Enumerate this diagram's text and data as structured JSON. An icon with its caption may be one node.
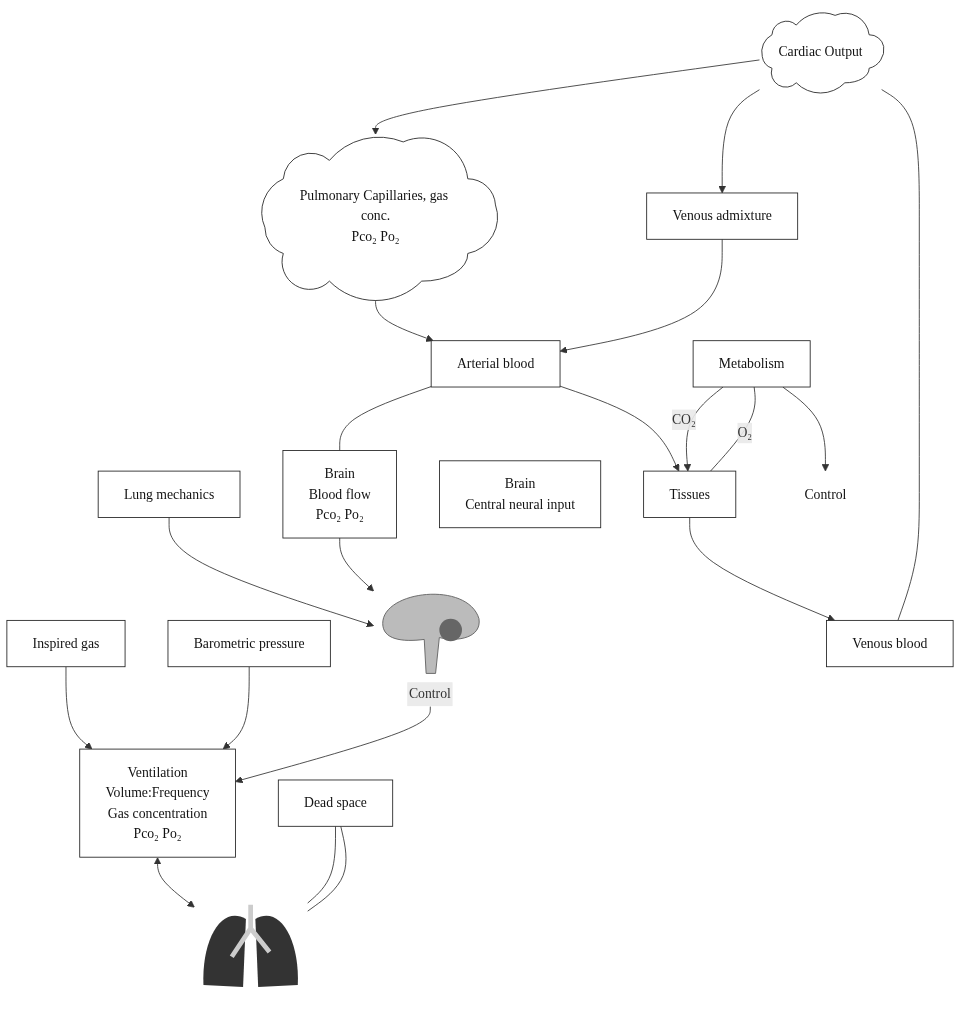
{
  "diagram": {
    "nodes": [
      {
        "text": [
          "Inspired gas"
        ]
      },
      {
        "text": [
          "Barometric pressure"
        ]
      },
      {
        "text": [
          "Ventilation",
          "Volume:Frequency",
          "Gas concentration",
          "Pco₂ Po₂"
        ]
      },
      {
        "text": [
          "Brain",
          "Central neural input"
        ]
      },
      {
        "text": [],
        "shape": "picture"
      },
      {
        "text": [
          "Dead space"
        ]
      },
      {
        "text": [
          "Lung mechanics"
        ]
      },
      {
        "text": [
          "Control"
        ]
      },
      {
        "text": [
          "Brain",
          "Blood flow",
          "Pco₂ Po₂"
        ]
      },
      {
        "text": [
          "Cardiac Output"
        ]
      },
      {
        "text": [
          "Pulmonary Capillaries, gas conc.",
          "Pco₂ Po₂"
        ]
      },
      {
        "text": [
          "Venous admixture"
        ]
      },
      {
        "text": [
          "Arterial blood"
        ]
      },
      {
        "text": [
          "Tissues"
        ]
      },
      {
        "text": [
          "Venous blood"
        ]
      },
      {
        "text": [
          "Metabolism"
        ]
      },
      {
        "text": [
          "Control"
        ]
      }
    ],
    "edges": [
      {
        "from": 0,
        "to": 2,
        "arrow": "to"
      },
      {
        "from": 1,
        "to": 2,
        "arrow": "to"
      },
      {
        "from": 2,
        "to": 4,
        "arrow": "both"
      },
      {
        "from": 7,
        "to": 2,
        "arrow": "to"
      },
      {
        "from": 6,
        "to": 7,
        "arrow": "to"
      },
      {
        "from": 8,
        "to": 7,
        "arrow": "to"
      },
      {
        "from": 5,
        "to": 4,
        "arrow": "none"
      },
      {
        "from": 5,
        "to": 4,
        "arrow": "none"
      },
      {
        "from": 9,
        "to": 10,
        "arrow": "to"
      },
      {
        "from": 9,
        "to": 11,
        "arrow": "to"
      },
      {
        "from": 10,
        "to": 12,
        "arrow": "to"
      },
      {
        "from": 11,
        "to": 12,
        "arrow": "to"
      },
      {
        "from": 12,
        "to": 8,
        "arrow": "none"
      },
      {
        "from": 12,
        "to": 13,
        "arrow": "to"
      },
      {
        "from": 13,
        "to": 14,
        "arrow": "to"
      },
      {
        "from": 14,
        "to": 9,
        "arrow": "none"
      },
      {
        "from": 15,
        "to": 16,
        "arrow": "to"
      },
      {
        "from": 15,
        "to": 13,
        "label": "CO₂",
        "arrow": "to"
      },
      {
        "from": 15,
        "to": 13,
        "label": "O₂",
        "arrow": "none"
      }
    ]
  }
}
